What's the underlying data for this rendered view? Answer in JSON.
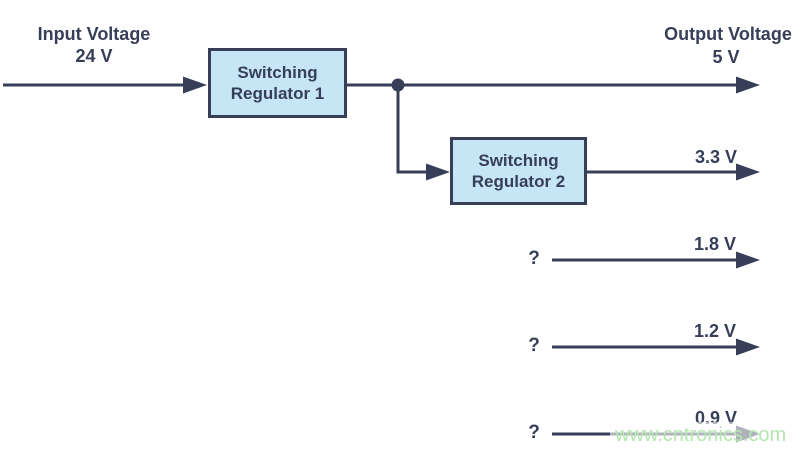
{
  "diagram": {
    "input": {
      "label": "Input Voltage",
      "value": "24 V"
    },
    "output": {
      "label": "Output Voltage",
      "value": "5 V"
    },
    "regulator1": {
      "label": "Switching Regulator 1"
    },
    "regulator2": {
      "label": "Switching Regulator 2"
    },
    "rail_3v3": {
      "value": "3.3 V"
    },
    "future_rails": [
      {
        "source": "?",
        "value": "1.8 V"
      },
      {
        "source": "?",
        "value": "1.2 V"
      },
      {
        "source": "?",
        "value": "0.9 V"
      }
    ],
    "watermark": "www.cntronics.com",
    "colors": {
      "line": "#373f58",
      "text": "#373f58",
      "box_fill": "#c6e6f6",
      "box_border": "#373f58",
      "watermark_green": "#b4e7af",
      "background": "#ffffff"
    }
  }
}
